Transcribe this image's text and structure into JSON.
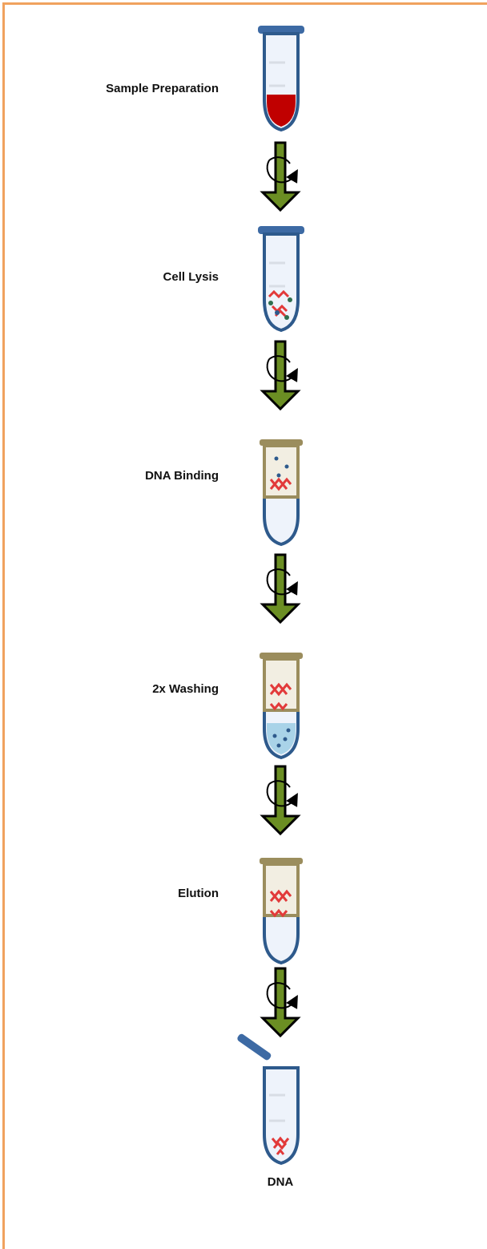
{
  "steps": [
    {
      "label": "Sample Preparation",
      "tube": "sample"
    },
    {
      "label": "Cell Lysis",
      "tube": "lysis"
    },
    {
      "label": "DNA Binding",
      "tube": "binding"
    },
    {
      "label": "2x Washing",
      "tube": "washing"
    },
    {
      "label": "Elution",
      "tube": "elution"
    }
  ],
  "final": {
    "label": "DNA",
    "tube": "dna-open-lid"
  },
  "transition_icon": "centrifuge-arrow-icon",
  "colors": {
    "border": "#f0a25e",
    "tube_outline": "#2e5a8c",
    "tube_fill": "#eef3fb",
    "lid": "#3d6aa4",
    "column": "#9b8d5d",
    "arrow": "#6b8e23",
    "sample": "#c00000",
    "dna": "#e23a3a",
    "wash": "#a9d3e8"
  }
}
